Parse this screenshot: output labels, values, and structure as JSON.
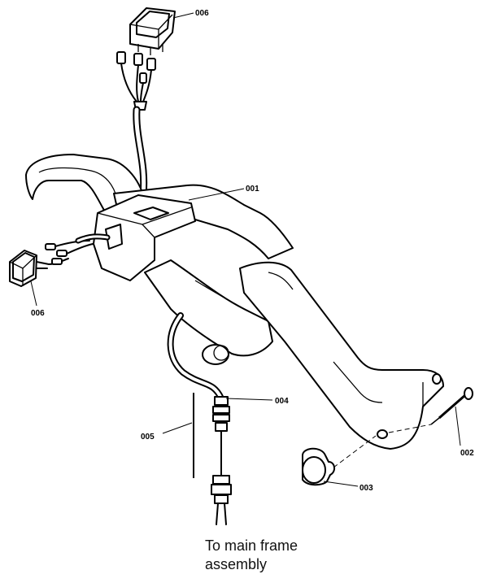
{
  "callouts": {
    "switch_top": "006",
    "handle": "001",
    "switch_left": "006",
    "cable_fitting": "004",
    "cable_bracket": "005",
    "pin": "002",
    "knob": "003"
  },
  "caption": {
    "line1": "To main frame",
    "line2": "assembly"
  }
}
